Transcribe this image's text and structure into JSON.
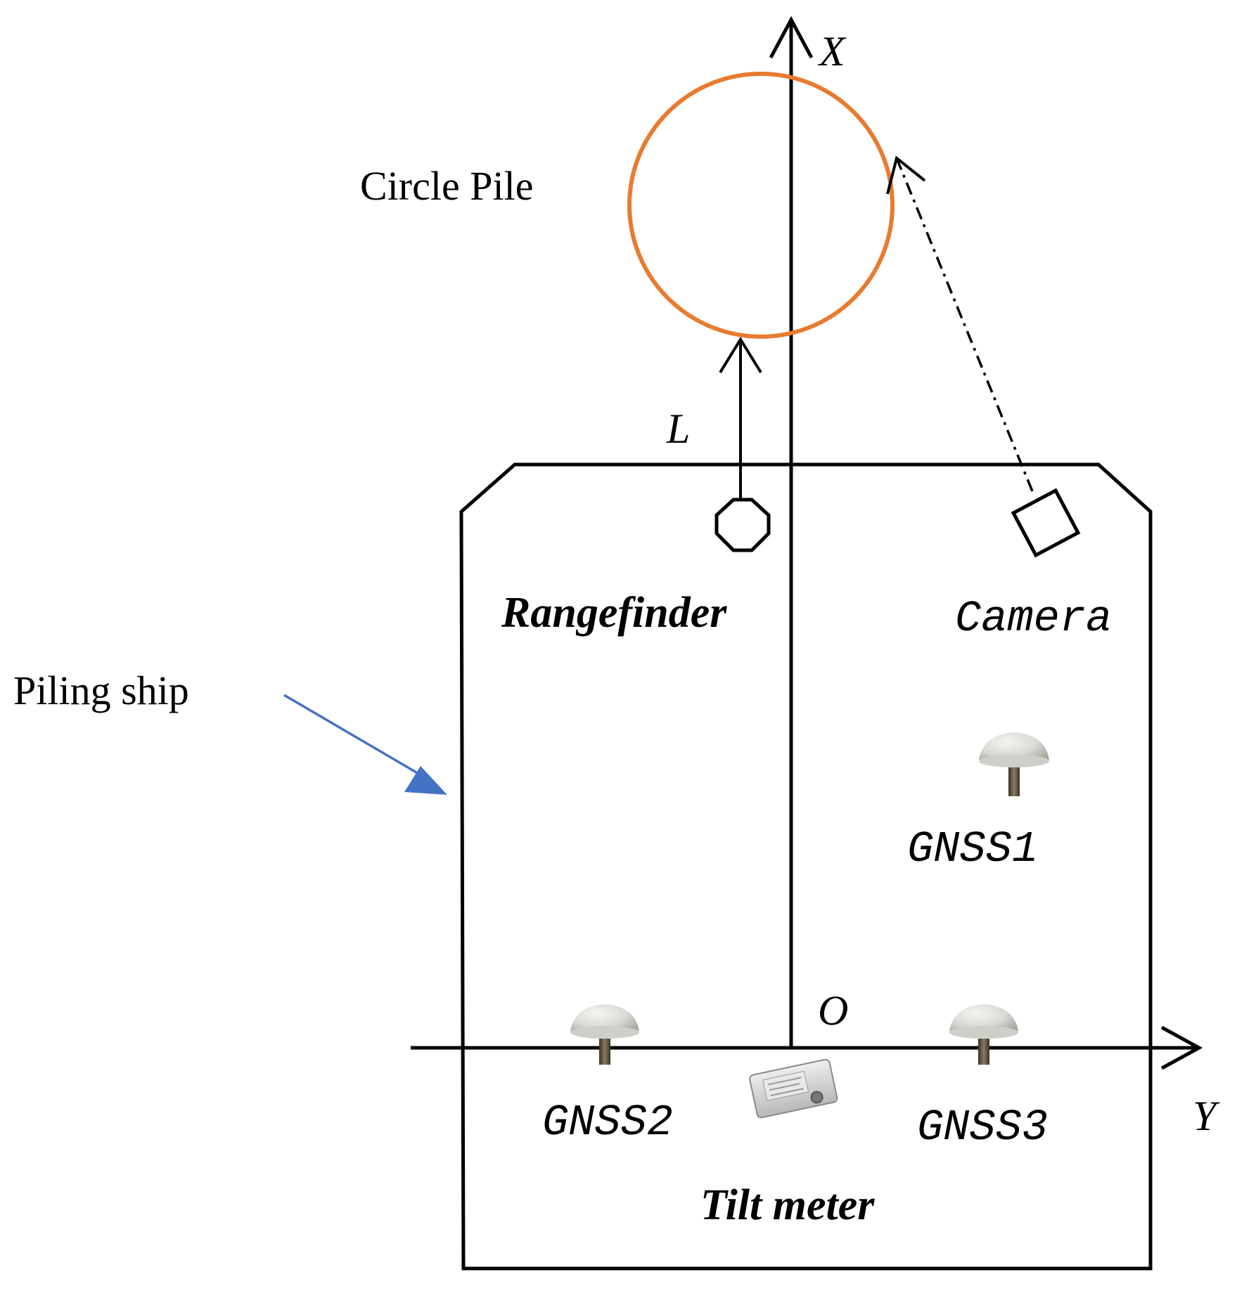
{
  "diagram": {
    "labels": {
      "circle_pile": "Circle Pile",
      "piling_ship": "Piling ship",
      "rangefinder": "Rangefinder",
      "camera": "Camera",
      "gnss1": "GNSS1",
      "gnss2": "GNSS2",
      "gnss3": "GNSS3",
      "tilt_meter": "Tilt meter",
      "axis_x": "X",
      "axis_y": "Y",
      "origin": "O",
      "distance": "L"
    },
    "colors": {
      "pile_circle": "#E87B2F",
      "pointer_arrow": "#4472C4",
      "lines": "#000000",
      "background": "#ffffff"
    },
    "icons": {
      "gnss_antenna": "gnss-antenna-icon",
      "tilt_meter": "tilt-meter-icon",
      "rangefinder": "octagon-icon",
      "camera": "square-icon"
    }
  }
}
